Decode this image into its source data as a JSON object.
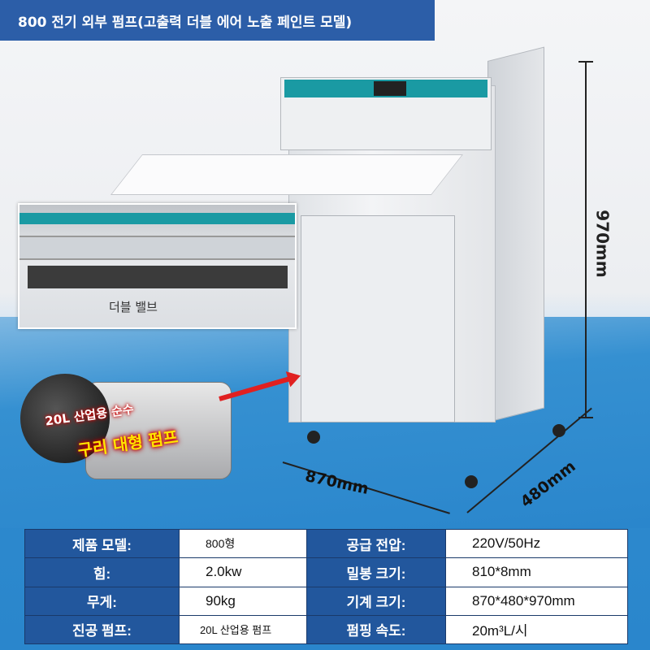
{
  "title": "800 전기 외부 펌프(고출력 더블 에어 노출 페인트 모델)",
  "inset_label": "더블 밸브",
  "pump_caption": {
    "line1": "20L 산업용 순수",
    "line2": "구리 대형 펌프"
  },
  "dimensions": {
    "height": "970mm",
    "width": "870mm",
    "depth": "480mm"
  },
  "specs": [
    {
      "label": "제품 모델:",
      "value": "800형",
      "label2": "공급 전압:",
      "value2": "220V/50Hz"
    },
    {
      "label": "힘:",
      "value": "2.0kw",
      "label2": "밀봉 크기:",
      "value2": "810*8mm"
    },
    {
      "label": "무게:",
      "value": "90kg",
      "label2": "기계 크기:",
      "value2": "870*480*970mm"
    },
    {
      "label": "진공 펌프:",
      "value": "20L 산업용 펌프",
      "label2": "펌핑 속도:",
      "value2": "20m³L/시"
    }
  ],
  "colors": {
    "banner": "#2c5ea8",
    "label_cell": "#22579d",
    "background": "#2a86cc"
  }
}
